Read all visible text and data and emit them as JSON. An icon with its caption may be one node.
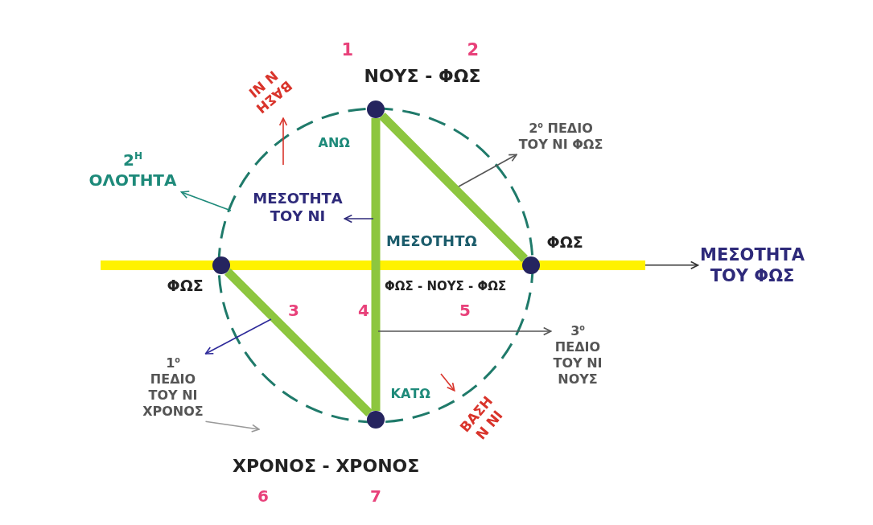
{
  "diagram": {
    "nodes": [
      {
        "text": [],
        "shape": "circle",
        "beside": [
          "ΝΟΥΣ - ΦΩΣ"
        ]
      },
      {
        "text": [],
        "shape": "circle",
        "beside": [
          "ΦΩΣ"
        ]
      },
      {
        "text": [],
        "shape": "circle",
        "beside": [
          "ΦΩΣ"
        ]
      },
      {
        "text": [],
        "shape": "circle",
        "beside": [
          "ΧΡΟΝΟΣ - ΧΡΟΝΟΣ"
        ]
      },
      {
        "text": [],
        "shape": "bar"
      },
      {
        "text": [
          "ΒΑΣΗ Ν ΝΙ"
        ]
      },
      {
        "text": [
          "2$^{Η}$ ΟΛΟΤΗΤΑ"
        ]
      },
      {
        "text": [
          "ΜΕΣΟΤΗΤΑ ΤΟΥ ΝΙ"
        ]
      },
      {
        "text": [
          "2$^{ο}$ ΠΕΔΙΟ ΤΟΥ ΝΙ ΦΩΣ"
        ]
      },
      {
        "text": [
          "ΜΕΣΟΤΗΤΑ ΤΟΥ ΦΩΣ"
        ]
      },
      {
        "text": [
          "3$^{ο}$ ΠΕΔΙΟ ΤΟΥ ΝΙ ΝΟΥΣ"
        ]
      },
      {
        "text": [
          "1$^{ο}$ ΠΕΔΙΟ ΤΟΥ ΝΙ ΧΡΟΝΟΣ"
        ]
      },
      {
        "text": [
          "ΒΑΣΗ Ν ΝΙ"
        ]
      }
    ],
    "edges": [
      {
        "from": 0,
        "to": 3,
        "arrow": "none",
        "style": "thick",
        "color": "#8dc63f"
      },
      {
        "from": 0,
        "to": 2,
        "arrow": "none",
        "style": "thick",
        "color": "#8dc63f"
      },
      {
        "from": 1,
        "to": 3,
        "arrow": "none",
        "style": "thick",
        "color": "#8dc63f"
      },
      {
        "from": null,
        "to": 5,
        "arrow": "to",
        "color": "#d9342b"
      },
      {
        "from": null,
        "to": 6,
        "arrow": "to",
        "color": "#1e8a7a"
      },
      {
        "from": null,
        "to": 7,
        "arrow": "to",
        "color": "#2e2a7a"
      },
      {
        "from": null,
        "to": 8,
        "arrow": "to",
        "color": "#555555"
      },
      {
        "from": 4,
        "to": 9,
        "arrow": "to",
        "color": "#333333"
      },
      {
        "from": null,
        "to": 10,
        "arrow": "to",
        "color": "#555555"
      },
      {
        "from": 11,
        "to": null,
        "arrow": "to",
        "color": "#999999"
      },
      {
        "from": null,
        "to": 12,
        "arrow": "to",
        "color": "#d9342b"
      },
      {
        "from": null,
        "to": 11,
        "arrow": "to",
        "color": "#2e2a9a"
      }
    ],
    "labels": [
      "1",
      "2",
      "ΑΝΩ",
      "ΜΕΣΟΤΗΤΩ",
      "ΦΩΣ - ΝΟΥΣ - ΦΩΣ",
      "3",
      "4",
      "5",
      "ΚΑΤΩ",
      "6",
      "7"
    ]
  }
}
